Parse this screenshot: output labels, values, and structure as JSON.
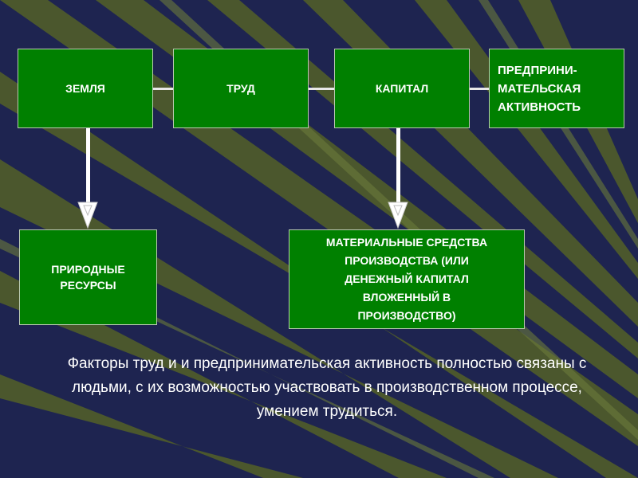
{
  "top_boxes": [
    {
      "label": "ЗЕМЛЯ"
    },
    {
      "label": "ТРУД"
    },
    {
      "label": "КАПИТАЛ"
    },
    {
      "label": "ПРЕДПРИНИ-\nМАТЕЛЬСКАЯ\nАКТИВНОСТЬ"
    }
  ],
  "bottom_boxes": [
    {
      "label": "ПРИРОДНЫЕ\nРЕСУРСЫ"
    },
    {
      "label": "МАТЕРИАЛЬНЫЕ СРЕДСТВА\nПРОИЗВОДСТВА (ИЛИ\nДЕНЕЖНЫЙ КАПИТАЛ\nВЛОЖЕННЫЙ В\nПРОИЗВОДСТВО)"
    }
  ],
  "caption": "Факторы  труд и и предпринимательская активность полностью связаны с людьми, с их возможностью участвовать в производственном процессе, умением трудиться.",
  "colors": {
    "box": "#008000",
    "background": "#1e2450",
    "stripe": "#4e5a2c"
  }
}
